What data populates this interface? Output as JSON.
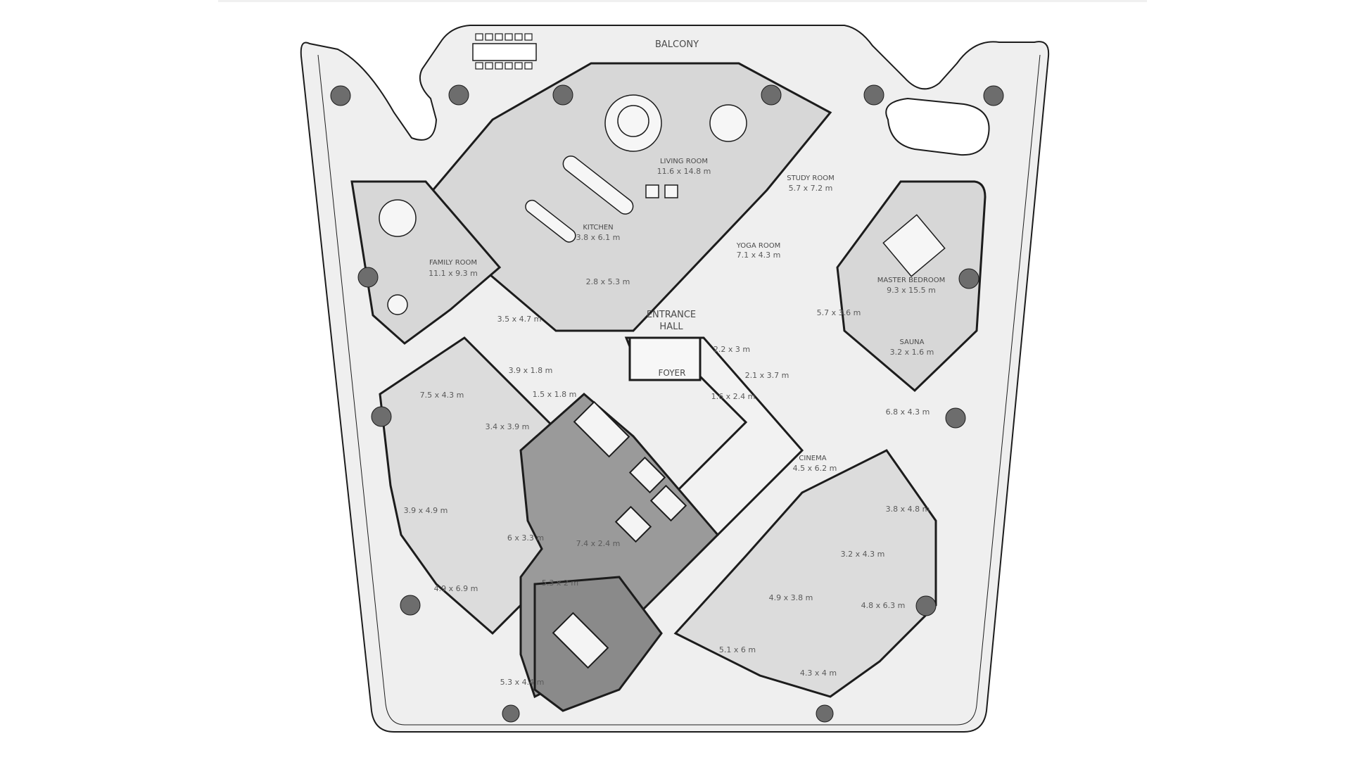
{
  "plan": {
    "colors": {
      "terrace": "#efefef",
      "room_fill": "#d7d7d7",
      "room_fill_light": "#e4e4e4",
      "wall": "#1c1c1c",
      "core": "#8a8a8a",
      "column": "#6d6d6d",
      "furniture": "#f6f6f6",
      "label": "#4a4a4a"
    },
    "labels": {
      "balcony": "BALCONY",
      "living_room": "LIVING ROOM",
      "living_room_size": "11.6 x 14.8 m",
      "kitchen": "KITCHEN",
      "kitchen_size": "3.8 x 6.1 m",
      "family_room": "FAMILY ROOM",
      "family_room_size": "11.1 x 9.3 m",
      "study_room": "STUDY ROOM",
      "study_room_size": "5.7 x 7.2 m",
      "yoga_room": "YOGA ROOM",
      "yoga_room_size": "7.1 x 4.3 m",
      "master_bedroom": "MASTER BEDROOM",
      "master_bedroom_size": "9.3 x 15.5 m",
      "entrance_hall_1": "ENTRANCE",
      "entrance_hall_2": "HALL",
      "foyer": "FOYER",
      "sauna": "SAUNA",
      "sauna_size": "3.2 x 1.6 m",
      "cinema": "CINEMA",
      "cinema_size": "4.5 x 6.2 m"
    },
    "dims": [
      "2.8 x 5.3 m",
      "3.5 x 4.7 m",
      "5.7 x 3.6 m",
      "2.2 x 3 m",
      "2.1 x 3.7 m",
      "1.6 x 2.4 m",
      "6.8 x 4.3 m",
      "3.9 x 1.8 m",
      "1.5 x 1.8 m",
      "7.5 x 4.3 m",
      "3.4 x 3.9 m",
      "3.9 x 4.9 m",
      "6 x 3.3 m",
      "7.4 x 2.4 m",
      "5.3 x 2 m",
      "4.9 x 6.9 m",
      "3.8 x 4.8 m",
      "3.2 x 4.3 m",
      "4.9 x 3.8 m",
      "4.8 x 6.3 m",
      "5.1 x 6 m",
      "4.3 x 4 m",
      "5.3 x 4.4 m"
    ]
  }
}
